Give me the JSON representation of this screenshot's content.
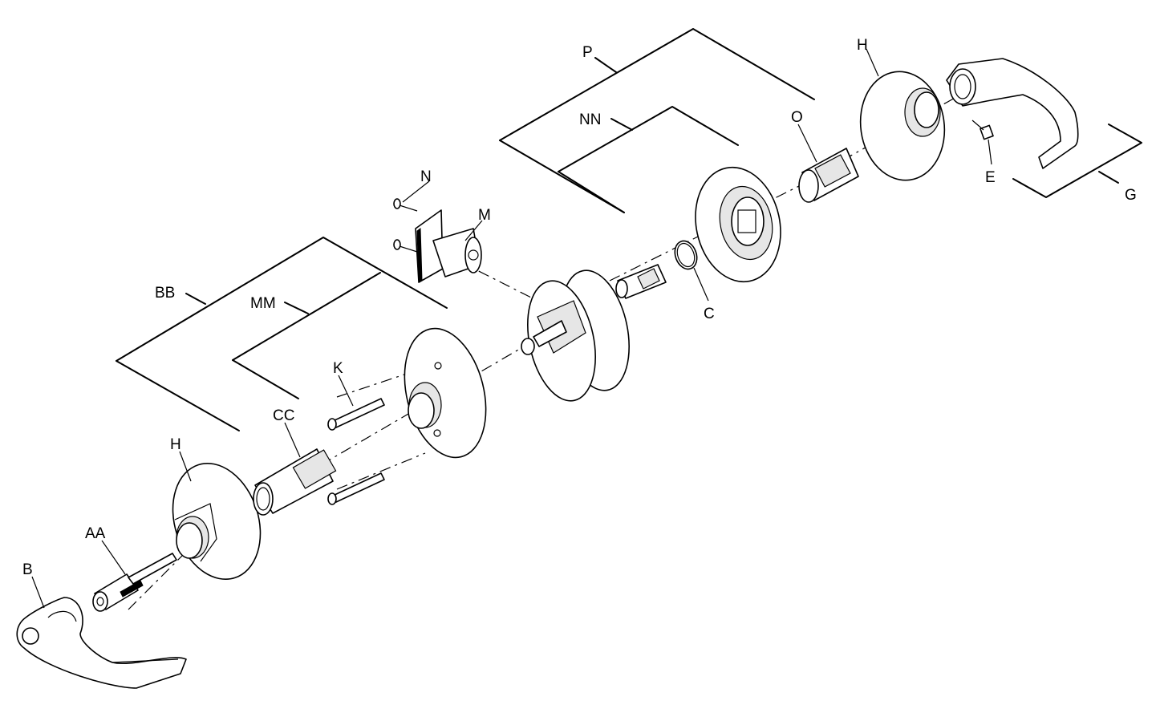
{
  "callouts": {
    "p": "P",
    "nn": "NN",
    "h_right": "H",
    "o": "O",
    "e": "E",
    "g": "G",
    "n": "N",
    "m": "M",
    "c": "C",
    "bb": "BB",
    "mm": "MM",
    "k": "K",
    "cc": "CC",
    "h_left": "H",
    "aa": "AA",
    "b": "B"
  },
  "colors": {
    "line": "#000000",
    "background": "#ffffff",
    "shading": "#e6e6e6"
  }
}
